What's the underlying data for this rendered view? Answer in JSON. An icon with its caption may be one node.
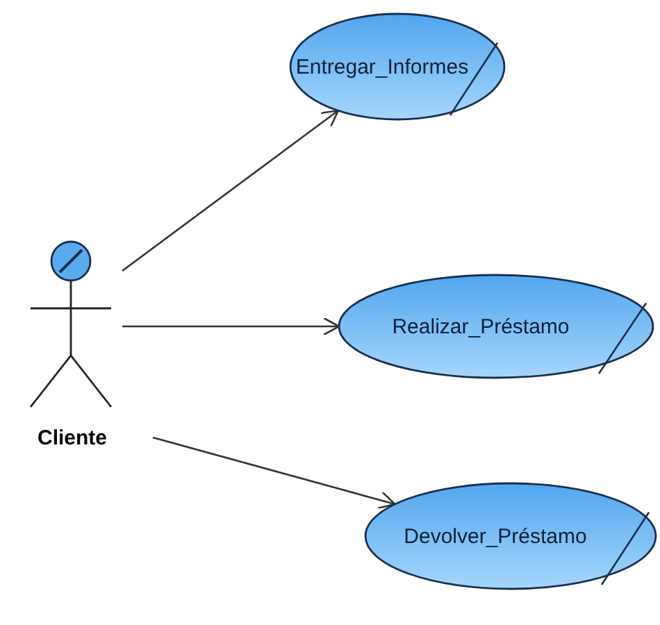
{
  "diagram": {
    "nodes": [
      {
        "text": [
          "Cliente"
        ]
      },
      {
        "text": [
          "Entregar_Informes"
        ]
      },
      {
        "text": [
          "Realizar_Préstamo"
        ]
      },
      {
        "text": [
          "Devolver_Préstamo"
        ]
      }
    ],
    "edges": [
      {
        "from": 0,
        "to": 1,
        "arrow": "to"
      },
      {
        "from": 0,
        "to": 2,
        "arrow": "to"
      },
      {
        "from": 0,
        "to": 3,
        "arrow": "to"
      }
    ]
  }
}
